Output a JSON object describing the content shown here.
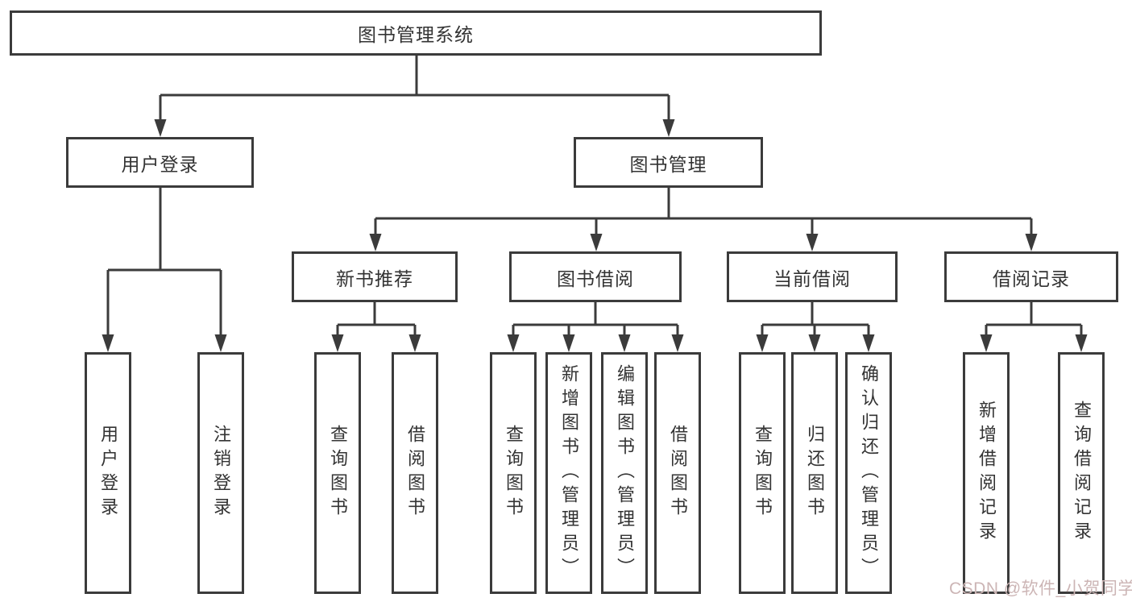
{
  "diagram_title": "图书管理系统",
  "nodes": {
    "root": {
      "label": "图书管理系统"
    },
    "user_login": {
      "label": "用户登录"
    },
    "book_mgmt": {
      "label": "图书管理"
    },
    "new_book_rec": {
      "label": "新书推荐"
    },
    "book_borrow": {
      "label": "图书借阅"
    },
    "current_borrow": {
      "label": "当前借阅"
    },
    "borrow_records": {
      "label": "借阅记录"
    },
    "ul_login": {
      "label": "用户登录"
    },
    "ul_logout": {
      "label": "注销登录"
    },
    "nb_query": {
      "label": "查询图书"
    },
    "nb_borrow": {
      "label": "借阅图书"
    },
    "bb_query": {
      "label": "查询图书"
    },
    "bb_add": {
      "label": "新增图书（管理员）"
    },
    "bb_edit": {
      "label": "编辑图书（管理员）"
    },
    "bb_borrow": {
      "label": "借阅图书"
    },
    "cb_query": {
      "label": "查询图书"
    },
    "cb_return": {
      "label": "归还图书"
    },
    "cb_confirm": {
      "label": "确认归还（管理员）"
    },
    "br_add": {
      "label": "新增借阅记录"
    },
    "br_query": {
      "label": "查询借阅记录"
    }
  },
  "watermark": "CSDN @软件_小贺同学",
  "colors": {
    "line": "#3b3b3b",
    "text": "#333333",
    "watermark": "#ccb5b5",
    "background": "#ffffff"
  }
}
